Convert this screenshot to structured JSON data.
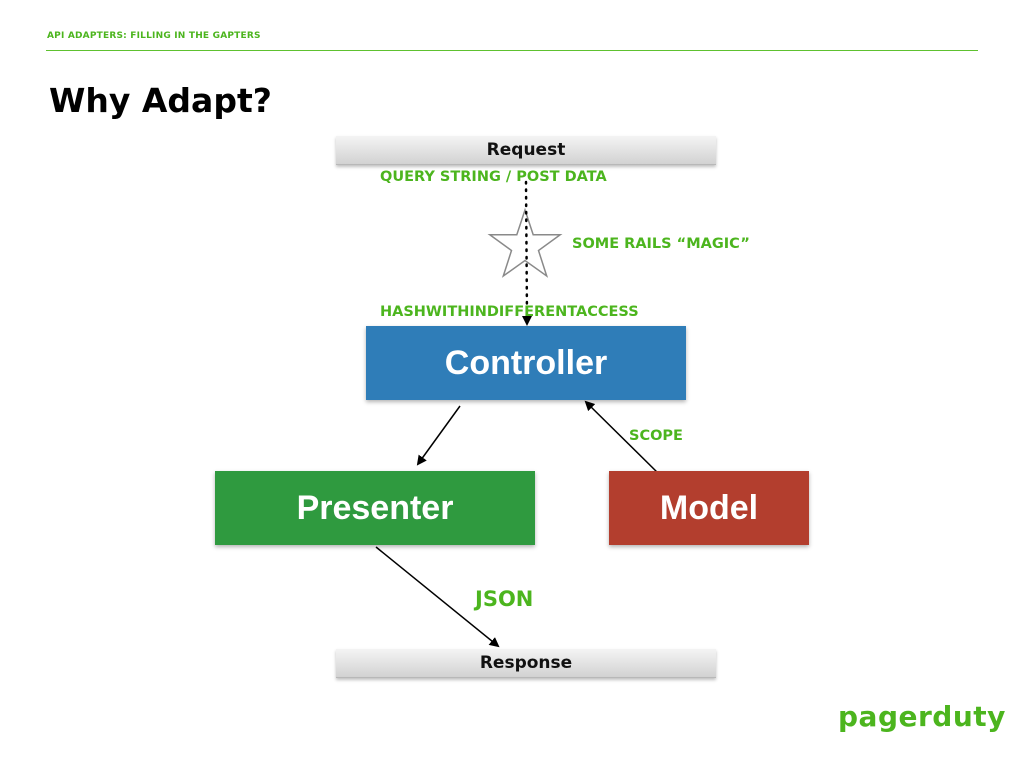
{
  "header": {
    "section_label": "API ADAPTERS: FILLING IN THE GAPTERS"
  },
  "slide": {
    "title": "Why Adapt?"
  },
  "diagram": {
    "nodes": {
      "request": "Request",
      "controller": "Controller",
      "presenter": "Presenter",
      "model": "Model",
      "response": "Response"
    },
    "annotations": {
      "query_string": "QUERY STRING / POST DATA",
      "rails_magic": "SOME RAILS “MAGIC”",
      "hash": "HASHWITHINDIFFERENTACCESS",
      "scope": "SCOPE",
      "json": "JSON"
    },
    "edges": [
      {
        "from": "request",
        "to": "controller",
        "label": "SOME RAILS “MAGIC”",
        "style": "dotted"
      },
      {
        "from": "controller",
        "to": "presenter",
        "style": "solid"
      },
      {
        "from": "model",
        "to": "controller",
        "label": "SCOPE",
        "style": "solid"
      },
      {
        "from": "presenter",
        "to": "response",
        "label": "JSON",
        "style": "solid"
      }
    ],
    "colors": {
      "controller": "#2f7db8",
      "presenter": "#2f9a3f",
      "model": "#b33e2e",
      "accent_green": "#4cb51e"
    }
  },
  "footer": {
    "logo_text": "pagerduty"
  }
}
